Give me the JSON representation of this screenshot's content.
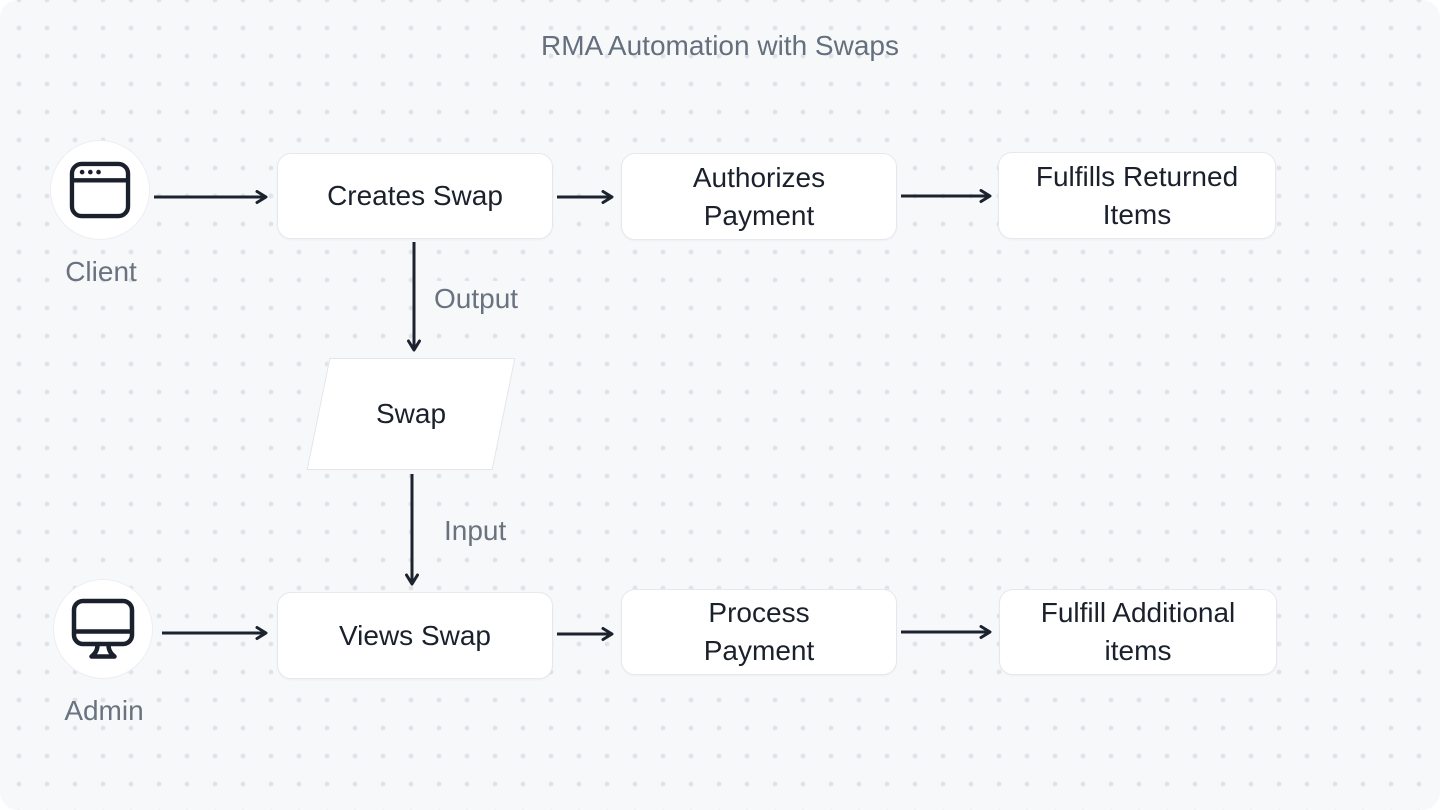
{
  "title": "RMA Automation with Swaps",
  "palette": {
    "background": "#f7f8fa",
    "grid_dot": "#e2e3e8",
    "node_fill": "#ffffff",
    "node_border": "#e6e8ee",
    "node_text": "#1b212c",
    "muted_text": "#69737f",
    "arrow": "#1c222e"
  },
  "actors": {
    "client": {
      "label": "Client",
      "icon": "browser-window-icon"
    },
    "admin": {
      "label": "Admin",
      "icon": "desktop-monitor-icon"
    }
  },
  "nodes": {
    "creates_swap": {
      "label": "Creates Swap",
      "shape": "rounded-rectangle"
    },
    "authorizes_payment": {
      "label": "Authorizes Payment",
      "shape": "rounded-rectangle"
    },
    "fulfills_returned_items": {
      "label": "Fulfills Returned Items",
      "shape": "rounded-rectangle"
    },
    "swap": {
      "label": "Swap",
      "shape": "parallelogram"
    },
    "views_swap": {
      "label": "Views Swap",
      "shape": "rounded-rectangle"
    },
    "process_payment": {
      "label": "Process Payment",
      "shape": "rounded-rectangle"
    },
    "fulfill_additional_items": {
      "label": "Fulfill Additional items",
      "shape": "rounded-rectangle"
    }
  },
  "edge_labels": {
    "output": "Output",
    "input": "Input"
  }
}
